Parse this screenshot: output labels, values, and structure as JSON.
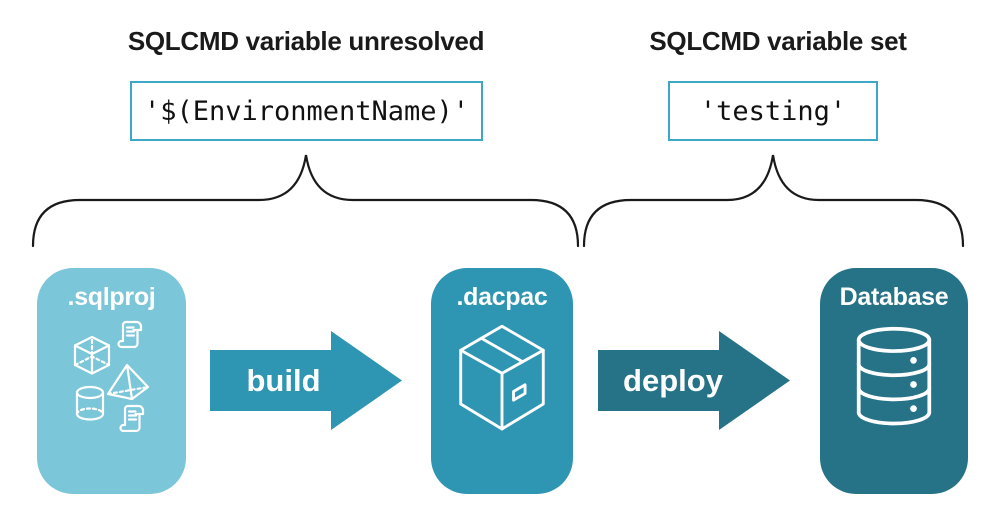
{
  "groups": {
    "unresolved": {
      "heading": "SQLCMD variable unresolved",
      "code": "'$(EnvironmentName)'"
    },
    "set": {
      "heading": "SQLCMD variable set",
      "code": "'testing'"
    }
  },
  "pipeline": {
    "nodes": [
      {
        "id": "sqlproj",
        "label": ".sqlproj",
        "color": "#7BC6D8",
        "icon": "sql-objects-icon"
      },
      {
        "id": "dacpac",
        "label": ".dacpac",
        "color": "#2E95B2",
        "icon": "package-box-icon"
      },
      {
        "id": "database",
        "label": "Database",
        "color": "#267287",
        "icon": "database-cylinder-icon"
      }
    ],
    "arrows": [
      {
        "label": "build",
        "color": "#2E95B2"
      },
      {
        "label": "deploy",
        "color": "#267287"
      }
    ]
  },
  "colors": {
    "background": "#FFFFFF",
    "code_box_border": "#3EA7C5",
    "brace_stroke": "#1A1A1A",
    "heading_text": "#1A1A1A",
    "icon_stroke": "#FFFFFF"
  }
}
